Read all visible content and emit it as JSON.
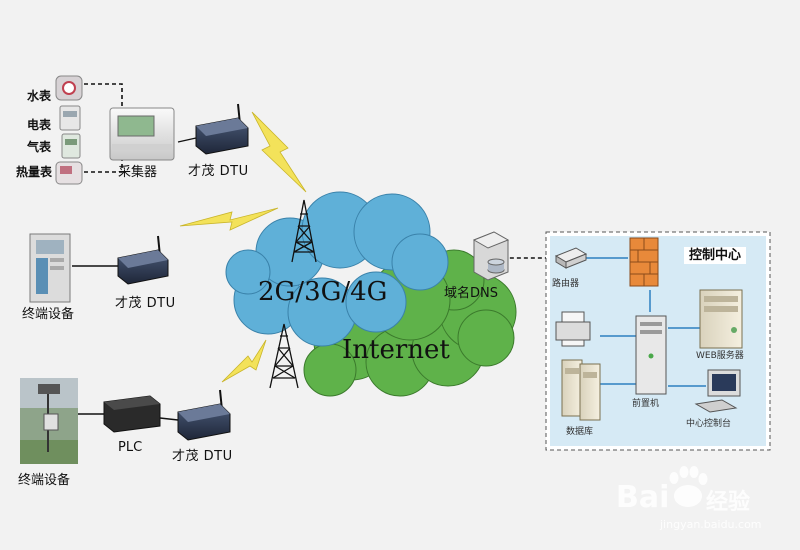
{
  "meters": {
    "water": "水表",
    "electric": "电表",
    "gas": "气表",
    "heat": "热量表"
  },
  "collector": "采集器",
  "dtu_label": "才茂 DTU",
  "terminal_label": "终端设备",
  "plc_label": "PLC",
  "network": {
    "mobile": "2G/3G/4G",
    "internet": "Internet"
  },
  "dns_label": "域名DNS",
  "control_center": {
    "title": "控制中心",
    "router": "路由器",
    "web_server": "WEB服务器",
    "front_end": "前置机",
    "database": "数据库",
    "console": "中心控制台"
  },
  "watermark": {
    "brand": "Bai",
    "brand_suffix": "经验",
    "url": "jingyan.baidu.com"
  }
}
